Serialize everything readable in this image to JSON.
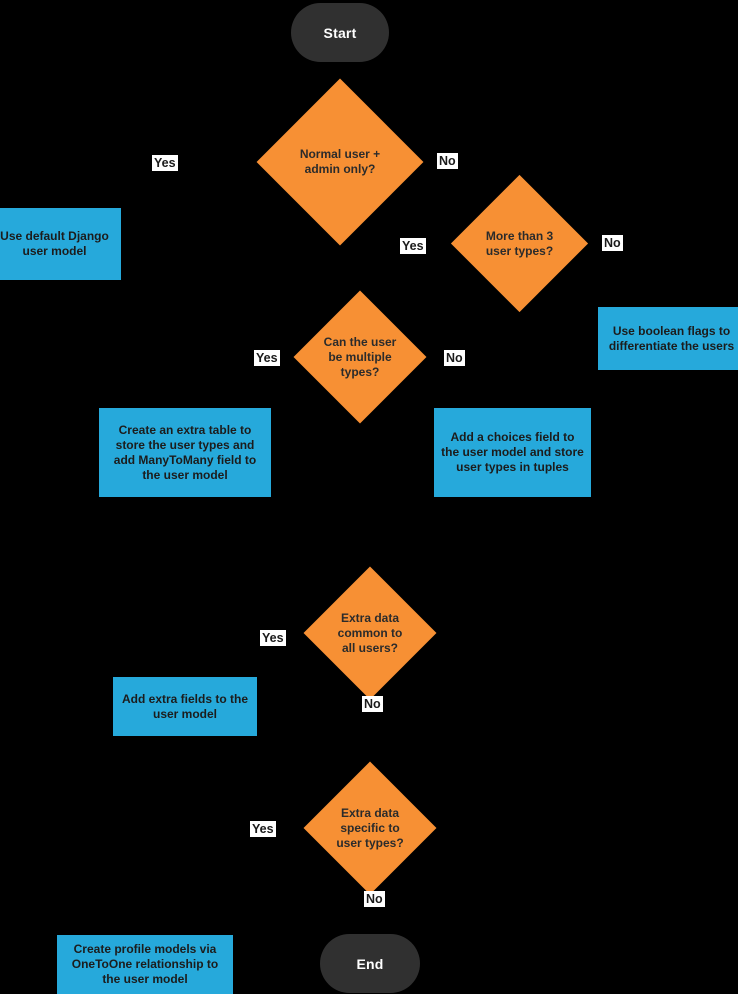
{
  "diagram": {
    "type": "flowchart",
    "title": "Django user model decision flowchart",
    "background_color": "#000000",
    "colors": {
      "terminator": "#303030",
      "decision": "#F79034",
      "process": "#26A9DB",
      "edge_label_bg": "#ffffff",
      "decision_text": "#2b2b2b",
      "process_text": "#1c1c1c",
      "terminator_text": "#ffffff"
    }
  },
  "nodes": {
    "start": {
      "label": "Start"
    },
    "end": {
      "label": "End"
    },
    "decision_normal_admin": {
      "label": "Normal user + admin only?"
    },
    "decision_more_than_3": {
      "label": "More than 3 user types?"
    },
    "decision_multiple_types": {
      "label": "Can the user be multiple types?"
    },
    "decision_extra_common": {
      "label": "Extra data common to all users?"
    },
    "decision_extra_specific": {
      "label": "Extra data specific to user types?"
    },
    "process_default_model": {
      "label": "Use default Django user model"
    },
    "process_boolean_flags": {
      "label": "Use boolean flags to differentiate the users"
    },
    "process_extra_table": {
      "label": "Create an extra table to store the user types and add ManyToMany field to the user model"
    },
    "process_choices_field": {
      "label": "Add a choices field to the user model and store user types in tuples"
    },
    "process_extra_fields": {
      "label": "Add extra fields to the user model"
    },
    "process_profile_models": {
      "label": "Create profile models via OneToOne relationship to the user model"
    }
  },
  "edge_labels": {
    "normal_admin_yes": "Yes",
    "normal_admin_no": "No",
    "more_than_3_yes": "Yes",
    "more_than_3_no": "No",
    "multiple_types_yes": "Yes",
    "multiple_types_no": "No",
    "extra_common_yes": "Yes",
    "extra_common_no": "No",
    "extra_specific_yes": "Yes",
    "extra_specific_no": "No"
  }
}
